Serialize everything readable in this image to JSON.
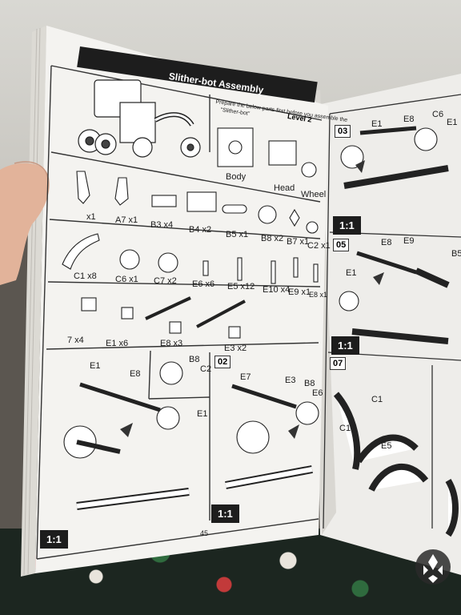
{
  "booklet": {
    "title": "Slither-bot Assembly",
    "level": "Level 2",
    "prep_note_line1": "Prepare the below parts first before you assemble the",
    "prep_note_line2": "\"Slither-bot\"",
    "page_number": "45",
    "subassemblies": [
      "Body",
      "Head",
      "Wheel"
    ],
    "parts_row1": [
      "x1",
      "A7 x1",
      "B3 x4",
      "B4 x2",
      "B5 x1",
      "B8 x2",
      "B7 x1",
      "C2 x1"
    ],
    "parts_row2": [
      "C1 x8",
      "C6 x1",
      "C7 x2",
      "E6 x6",
      "E5 x12",
      "E10 x4",
      "E9 x1",
      "E8 x1"
    ],
    "parts_row3": [
      "7 x4",
      "E1 x6",
      "E8 x3",
      "E3 x2"
    ],
    "step1": {
      "labels": [
        "E1",
        "E8",
        "B8",
        "C2",
        "E1"
      ],
      "scale": "1:1"
    },
    "step2": {
      "number": "02",
      "labels": [
        "E7",
        "E3",
        "B8",
        "E6"
      ],
      "scale": "1:1"
    },
    "right_step3": {
      "number": "03",
      "labels": [
        "E1",
        "E8",
        "C6",
        "E1"
      ],
      "scale": "1:1"
    },
    "right_step5": {
      "number": "05",
      "labels": [
        "E8",
        "E9",
        "E1",
        "B5"
      ],
      "scale": "1:1"
    },
    "right_step7": {
      "number": "07",
      "labels": [
        "C1",
        "C1",
        "E5"
      ]
    }
  },
  "colors": {
    "page": "#f2f1ee",
    "ink": "#1b1b1b",
    "bar": "#1d1d1d"
  }
}
